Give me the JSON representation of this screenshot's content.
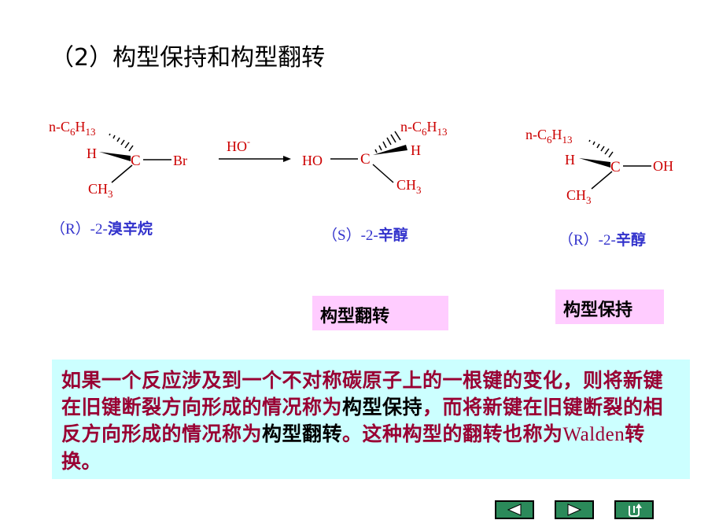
{
  "title": "（2）构型保持和构型翻转",
  "molecules": {
    "m1": {
      "sub": "n-C",
      "six": "6",
      "h": "H",
      "thirteen": "13",
      "hyd": "H",
      "c": "C",
      "br": "Br",
      "ch": "CH",
      "three": "3"
    },
    "m2": {
      "ho": "HO",
      "c": "C",
      "sub": "n-C",
      "six": "6",
      "h": "H",
      "thirteen": "13",
      "hyd": "H",
      "ch": "CH",
      "three": "3"
    },
    "m3": {
      "sub": "n-C",
      "six": "6",
      "h": "H",
      "thirteen": "13",
      "hyd": "H",
      "c": "C",
      "oh": "OH",
      "ch": "CH",
      "three": "3"
    }
  },
  "reagent": {
    "label": "HO",
    "charge": "-"
  },
  "names": {
    "n1": {
      "prefix": "（R）-2-",
      "cn": "溴辛烷"
    },
    "n2": {
      "prefix": "（S）-2-",
      "cn": "辛醇"
    },
    "n3": {
      "prefix": "（R）-2-",
      "cn": "辛醇"
    }
  },
  "badges": {
    "inversion": "构型翻转",
    "retention": "构型保持"
  },
  "definition": {
    "p1": "如果一个反应涉及到一个不对称碳原子上的一根键的变化，则将新键在旧键断裂方向形成的情况称为",
    "k1": "构型保持",
    "p2": "，而将新键在旧键断裂的相反方向形成的情况称为",
    "k2": "构型翻转",
    "p3": "。这种构型的翻转也称为",
    "latin": "Walden",
    "p4": "转换。"
  },
  "colors": {
    "molecule": "#cc0000",
    "name": "#3333cc",
    "badge_bg": "#ffccff",
    "box_bg": "#ccffff",
    "box_text": "#990033",
    "nav_button": "#2b8a5a"
  },
  "nav": {
    "prev": "left-triangle-icon",
    "next": "right-triangle-icon",
    "back": "return-arrow-icon"
  }
}
